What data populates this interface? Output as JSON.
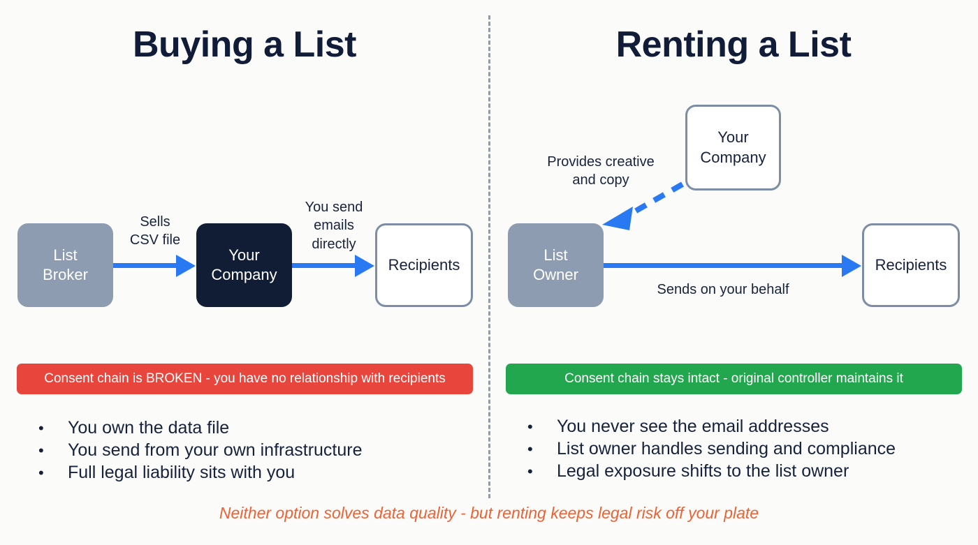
{
  "background_color": "#fbfbf9",
  "divider": {
    "style": "dashed-vertical",
    "color": "#8d9cb0"
  },
  "colors": {
    "title": "#101c38",
    "node_grey": "#8d9cb0",
    "node_dark": "#111c35",
    "node_outline_border": "#7d8da5",
    "arrow_blue": "#2979f2",
    "banner_red": "#e8453c",
    "banner_green": "#22a74e",
    "footer_orange": "#ed6235"
  },
  "left": {
    "title": "Buying a List",
    "nodes": [
      {
        "id": "list-broker",
        "label": "List\nBroker",
        "style": "grey"
      },
      {
        "id": "your-company",
        "label": "Your\nCompany",
        "style": "dark"
      },
      {
        "id": "recipients",
        "label": "Recipients",
        "style": "outline"
      }
    ],
    "edges": [
      {
        "id": "sells-csv",
        "label": "Sells\nCSV file",
        "style": "solid-arrow"
      },
      {
        "id": "you-send-emails",
        "label": "You send\nemails\ndirectly",
        "style": "solid-arrow"
      }
    ],
    "banner": "Consent chain is BROKEN - you have no relationship with recipients",
    "bullet_marker": "•",
    "bullets": [
      "You own the data file",
      "You send from your own infrastructure",
      "Full legal liability sits with you"
    ]
  },
  "right": {
    "title": "Renting a List",
    "nodes": [
      {
        "id": "your-company",
        "label": "Your\nCompany",
        "style": "outline"
      },
      {
        "id": "list-owner",
        "label": "List\nOwner",
        "style": "grey"
      },
      {
        "id": "recipients",
        "label": "Recipients",
        "style": "outline"
      }
    ],
    "edges": [
      {
        "id": "provides-creative",
        "label": "Provides creative\nand copy",
        "style": "dashed-arrow"
      },
      {
        "id": "sends-on-behalf",
        "label": "Sends on your behalf",
        "style": "solid-arrow"
      }
    ],
    "banner": "Consent chain stays intact - original controller maintains it",
    "bullet_marker": "•",
    "bullets": [
      "You never see the email addresses",
      "List owner handles sending and compliance",
      "Legal exposure shifts to the list owner"
    ]
  },
  "footer": "Neither option solves data quality - but renting keeps legal risk off your plate"
}
